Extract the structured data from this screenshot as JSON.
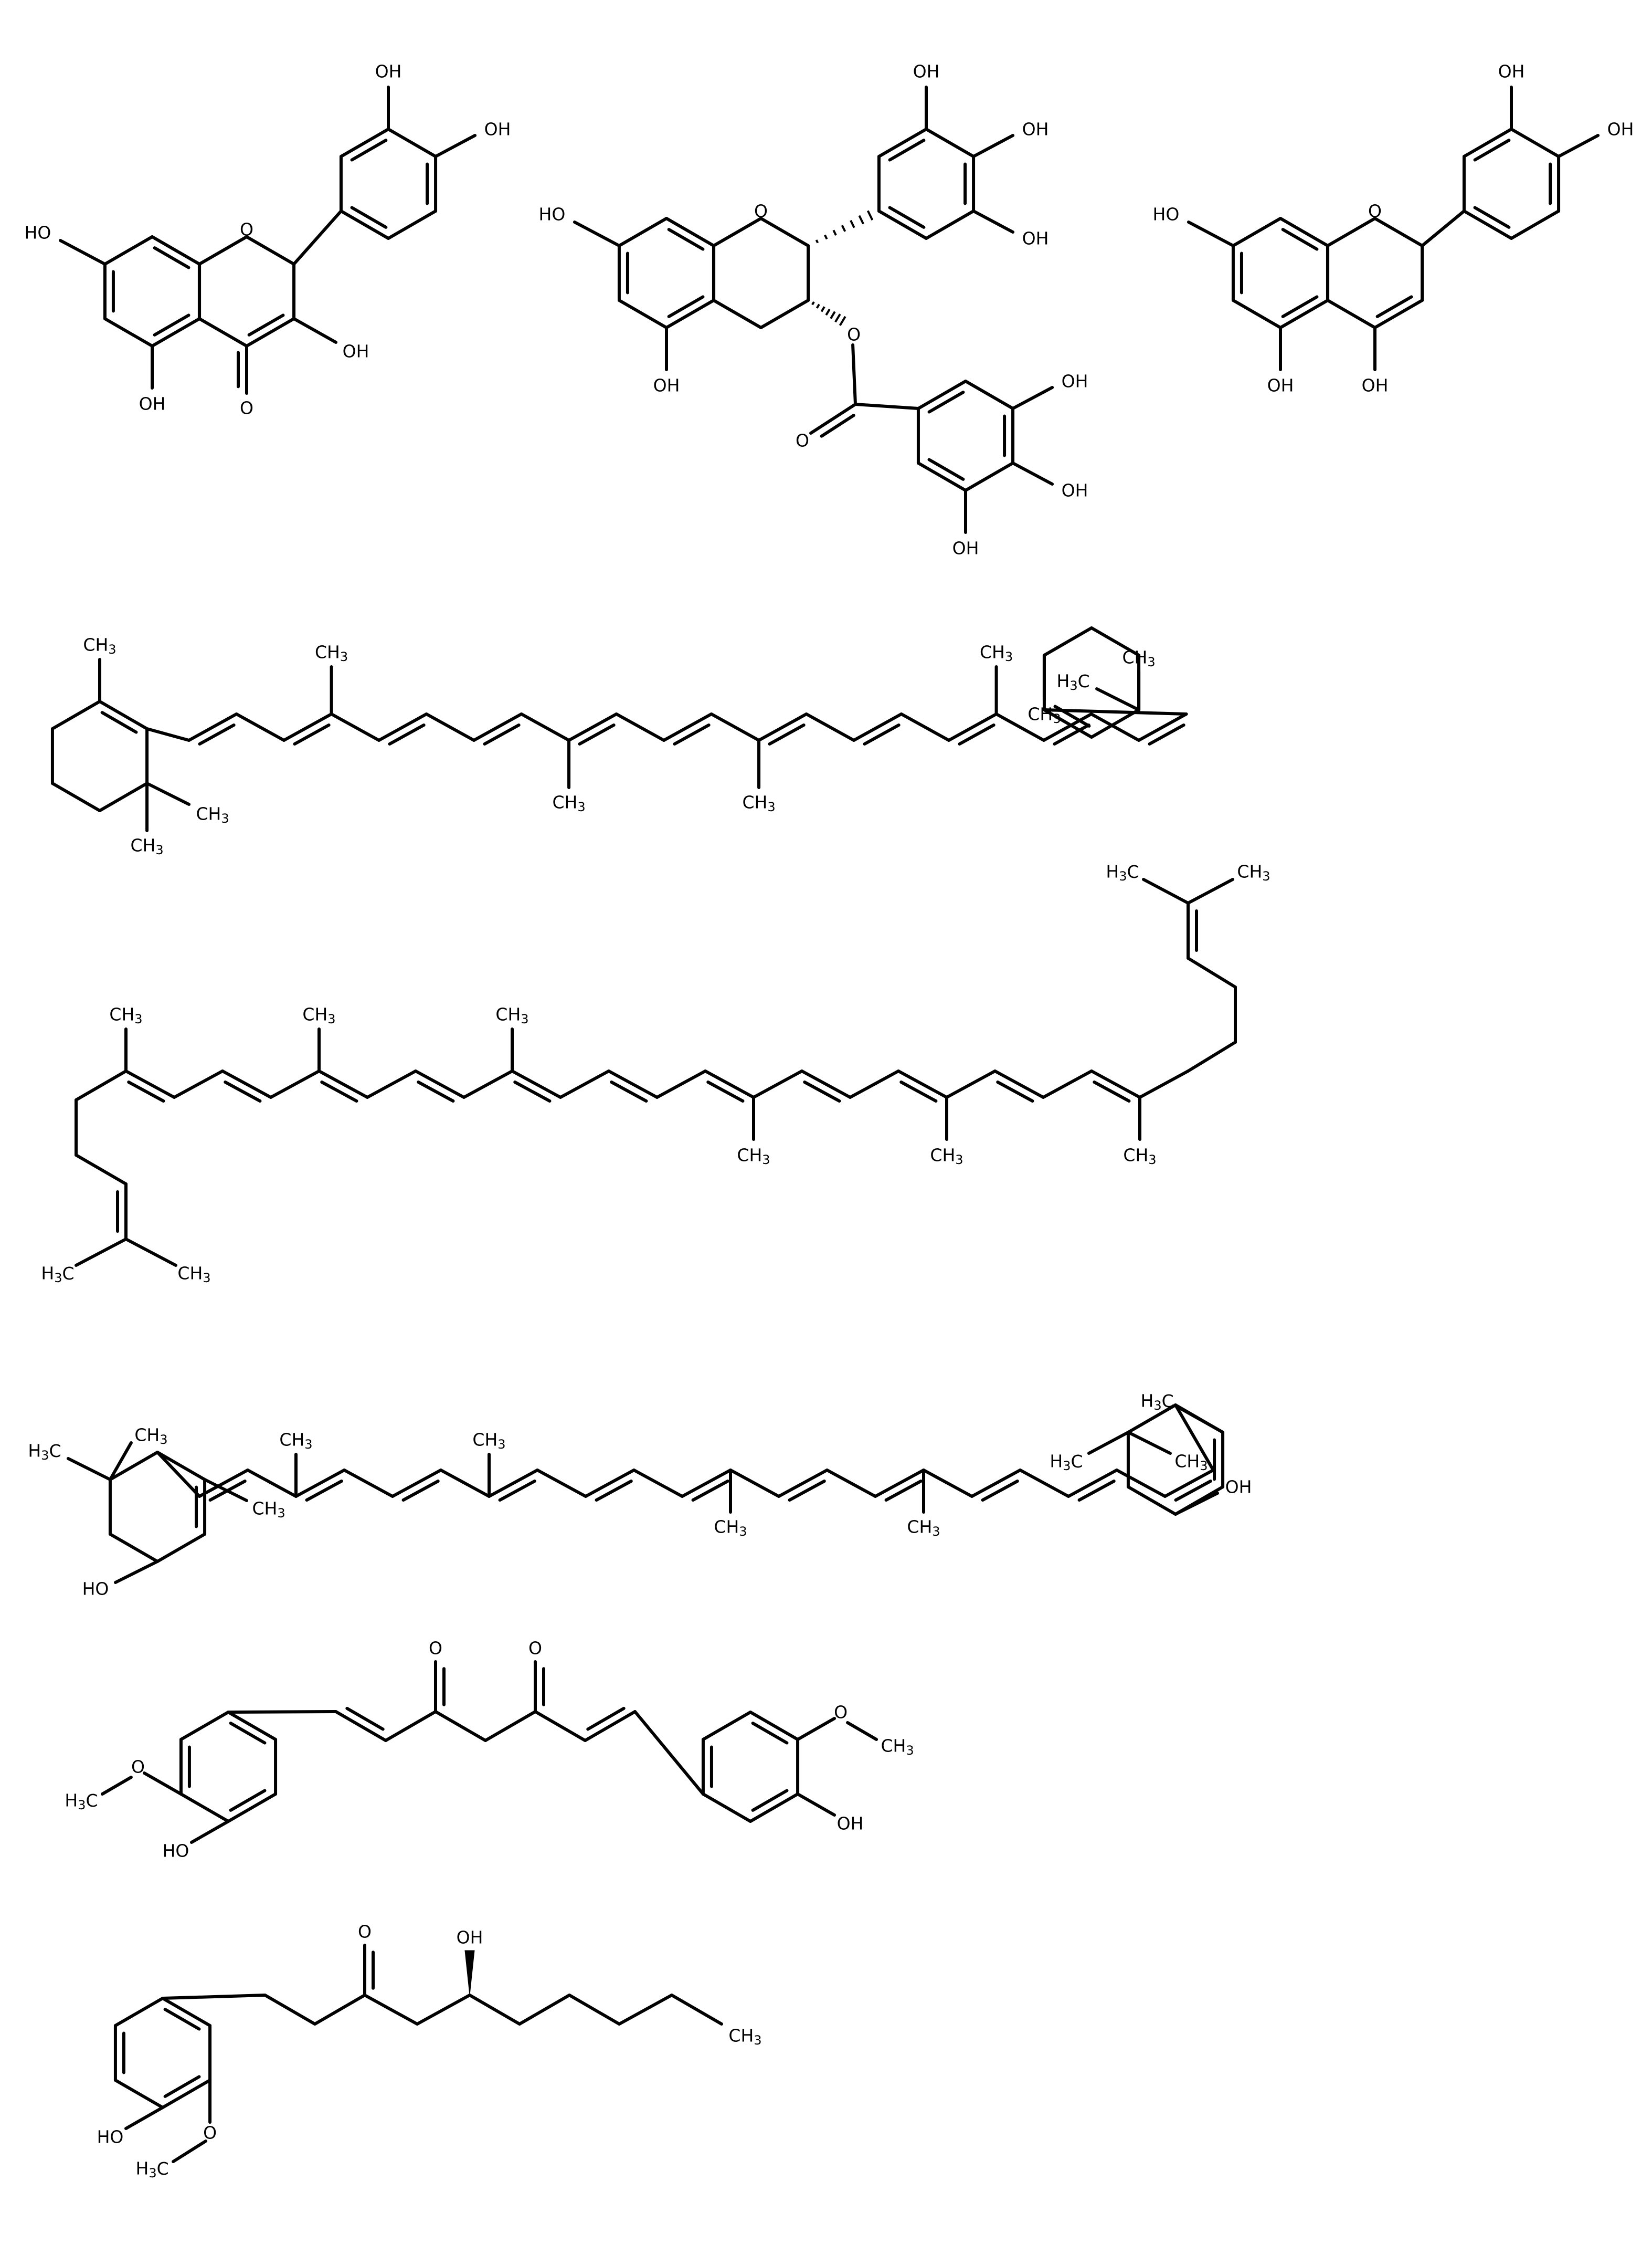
{
  "figure": {
    "panels": [
      {
        "key": "A",
        "title": "A. Quercetin"
      },
      {
        "key": "B",
        "title": "B. Epigallocatechin gallate"
      },
      {
        "key": "C",
        "title": "C. Luteolin"
      },
      {
        "key": "D",
        "title": "D. β-carotene"
      },
      {
        "key": "E",
        "title": "E. Lycopene"
      },
      {
        "key": "F",
        "title": "F. Lutein"
      },
      {
        "key": "G",
        "title": "G. Curcumin"
      },
      {
        "key": "H",
        "title": "H. Gingerol"
      }
    ]
  },
  "atom_labels": {
    "oh": "OH",
    "ho": "HO",
    "o": "O",
    "ch3": "CH3",
    "h3c": "H3C"
  }
}
